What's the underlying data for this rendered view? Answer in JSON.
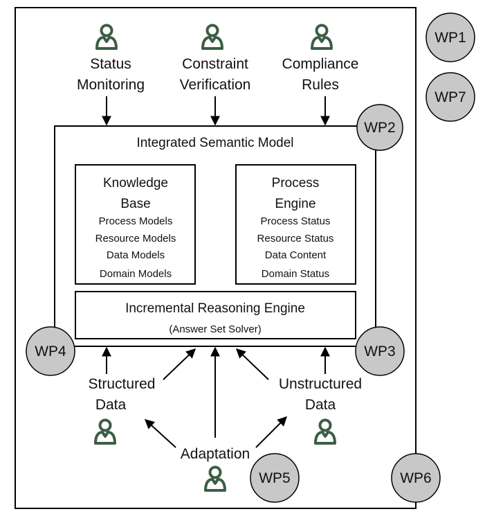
{
  "top_actors": [
    {
      "line1": "Status",
      "line2": "Monitoring"
    },
    {
      "line1": "Constraint",
      "line2": "Verification"
    },
    {
      "line1": "Compliance",
      "line2": "Rules"
    }
  ],
  "integrated_model": {
    "title": "Integrated Semantic Model",
    "knowledge_base": {
      "title_line1": "Knowledge",
      "title_line2": "Base",
      "items": [
        "Process Models",
        "Resource Models",
        "Data Models",
        "Domain Models"
      ]
    },
    "process_engine": {
      "title_line1": "Process",
      "title_line2": "Engine",
      "items": [
        "Process Status",
        "Resource Status",
        "Data Content",
        "Domain Status"
      ]
    },
    "reasoning_engine": {
      "title": "Incremental Reasoning Engine",
      "subtitle": "(Answer Set Solver)"
    }
  },
  "bottom": {
    "structured": {
      "line1": "Structured",
      "line2": "Data"
    },
    "unstructured": {
      "line1": "Unstructured",
      "line2": "Data"
    },
    "adaptation": "Adaptation"
  },
  "work_packages": [
    "WP1",
    "WP7",
    "WP2",
    "WP4",
    "WP3",
    "WP5",
    "WP6"
  ],
  "colors": {
    "actor_icon": "#3b5e44",
    "wp_fill": "#c8c8c8",
    "stroke": "#000000"
  },
  "icons": {
    "actor": "person-icon"
  }
}
